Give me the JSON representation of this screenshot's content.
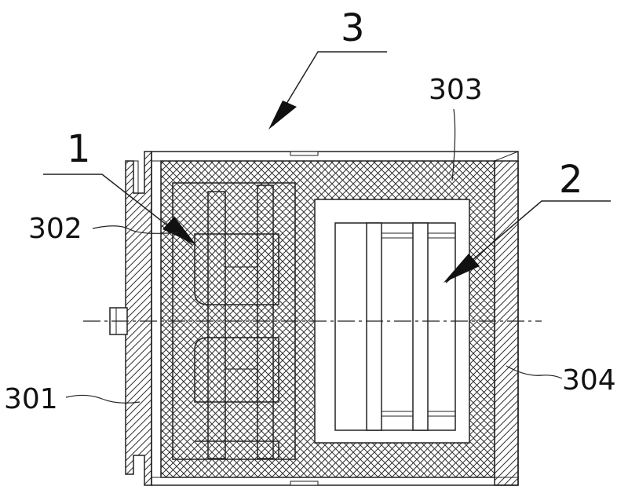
{
  "labels": {
    "l3": "3",
    "l1": "1",
    "l2": "2",
    "l302": "302",
    "l303": "303",
    "l301": "301",
    "l304": "304"
  },
  "colors": {
    "stroke": "#222222",
    "background": "#ffffff"
  }
}
